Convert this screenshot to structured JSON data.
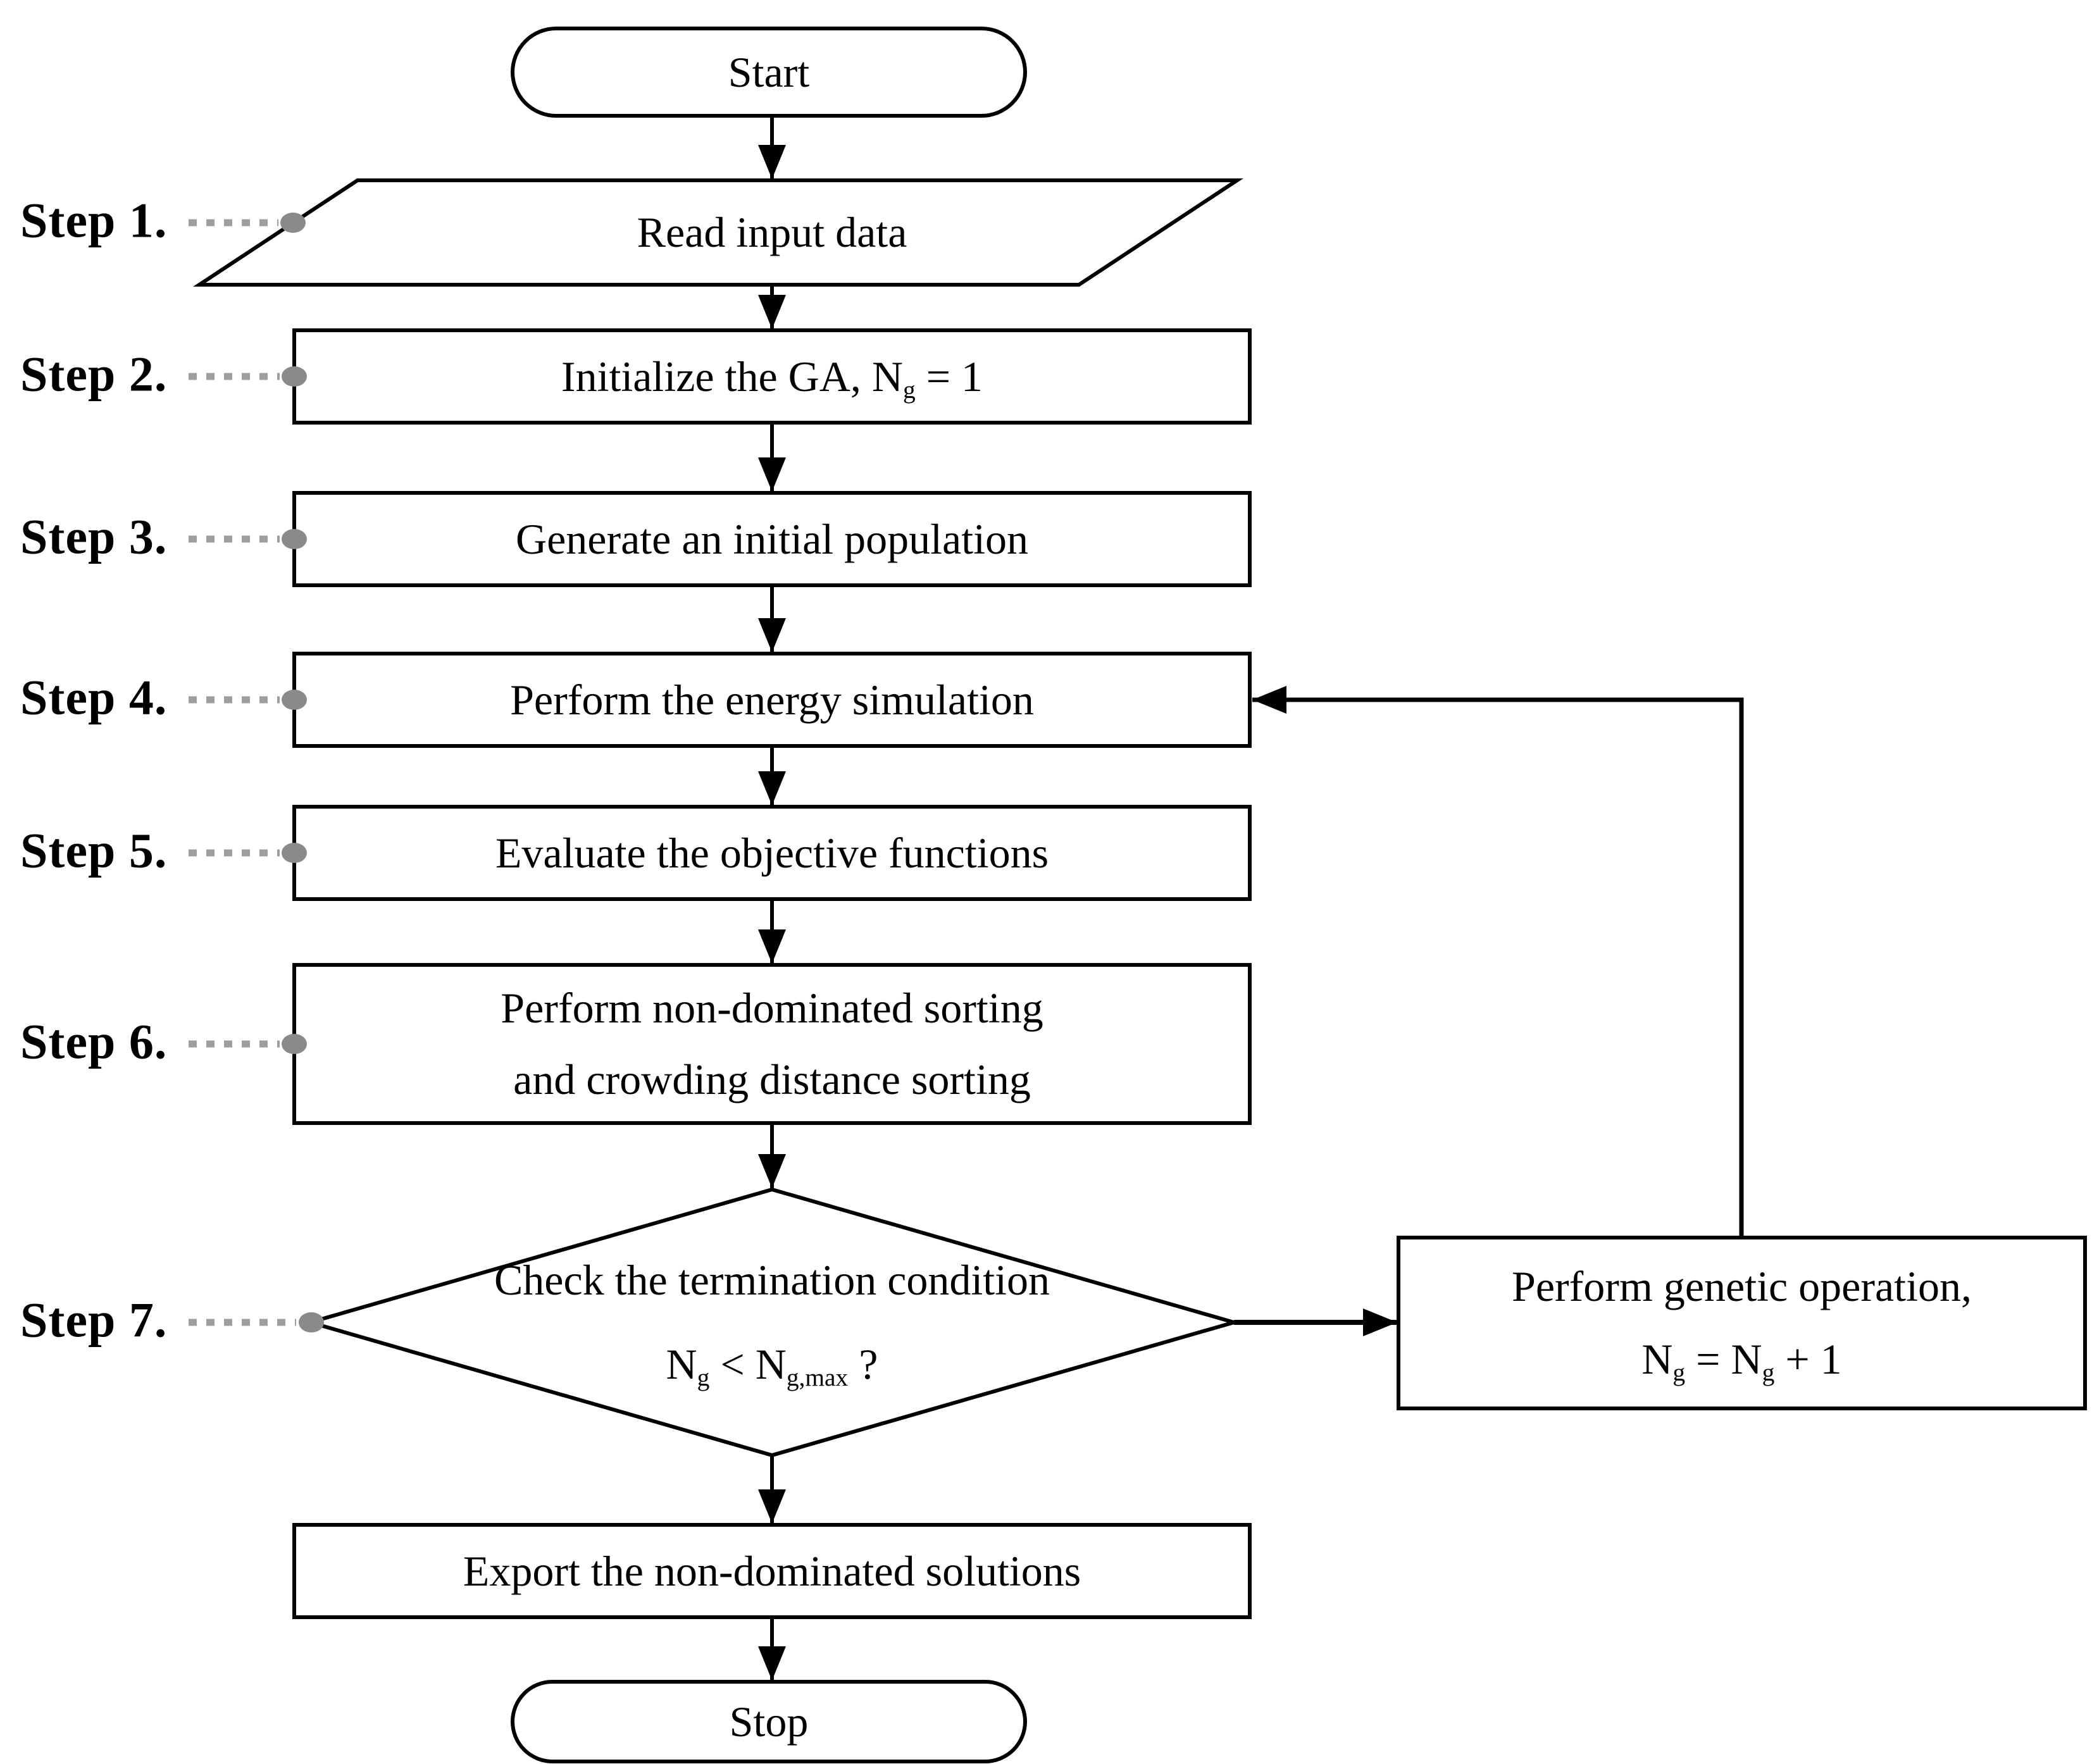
{
  "steps": [
    {
      "label": "Step 1."
    },
    {
      "label": "Step 2."
    },
    {
      "label": "Step 3."
    },
    {
      "label": "Step 4."
    },
    {
      "label": "Step 5."
    },
    {
      "label": "Step 6."
    },
    {
      "label": "Step 7."
    }
  ],
  "nodes": {
    "start": {
      "label": "Start"
    },
    "read_input": {
      "label": "Read input data"
    },
    "initialize": {
      "pre": "Initialize the GA, N",
      "sub": "g",
      "post": " = 1"
    },
    "generate": {
      "label": "Generate an initial population"
    },
    "simulate": {
      "label": "Perform the energy simulation"
    },
    "evaluate": {
      "label": "Evaluate the objective functions"
    },
    "sort": {
      "line1": "Perform non-dominated sorting",
      "line2": "and crowding distance sorting"
    },
    "decision": {
      "line1": "Check the termination condition",
      "pre": "N",
      "sub1": "g",
      "mid": " < N",
      "sub2": "g,max",
      "post": " ?"
    },
    "genetic": {
      "line1": "Perform genetic operation,",
      "pre": "N",
      "sub1": "g",
      "mid": " = N",
      "sub2": "g",
      "post": " + 1"
    },
    "export": {
      "label": "Export the non-dominated solutions"
    },
    "stop": {
      "label": "Stop"
    }
  },
  "colors": {
    "line": "#000000",
    "shape_fill": "#ffffff",
    "leader_line": "#9e9e9e",
    "leader_dot": "#8a8a8a"
  }
}
